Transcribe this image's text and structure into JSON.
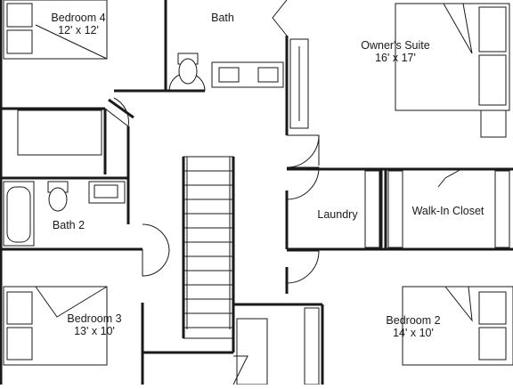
{
  "rooms": {
    "bedroom4": {
      "name": "Bedroom 4",
      "dims": "12' x 12'"
    },
    "bath": {
      "name": "Bath"
    },
    "owners_suite": {
      "name": "Owner's Suite",
      "dims": "16' x 17'"
    },
    "laundry": {
      "name": "Laundry"
    },
    "walk_in_closet": {
      "name": "Walk-In Closet"
    },
    "bath2": {
      "name": "Bath 2"
    },
    "bedroom3": {
      "name": "Bedroom 3",
      "dims": "13' x 10'"
    },
    "bedroom2": {
      "name": "Bedroom 2",
      "dims": "14' x 10'"
    }
  },
  "icons": {
    "bed": "bed-icon",
    "toilet": "toilet-icon",
    "sink": "sink-icon",
    "bathtub": "bathtub-icon",
    "stairs": "stairs-icon",
    "door": "door-swing-icon"
  },
  "colors": {
    "line": "#1a1a1a",
    "background": "#ffffff"
  }
}
